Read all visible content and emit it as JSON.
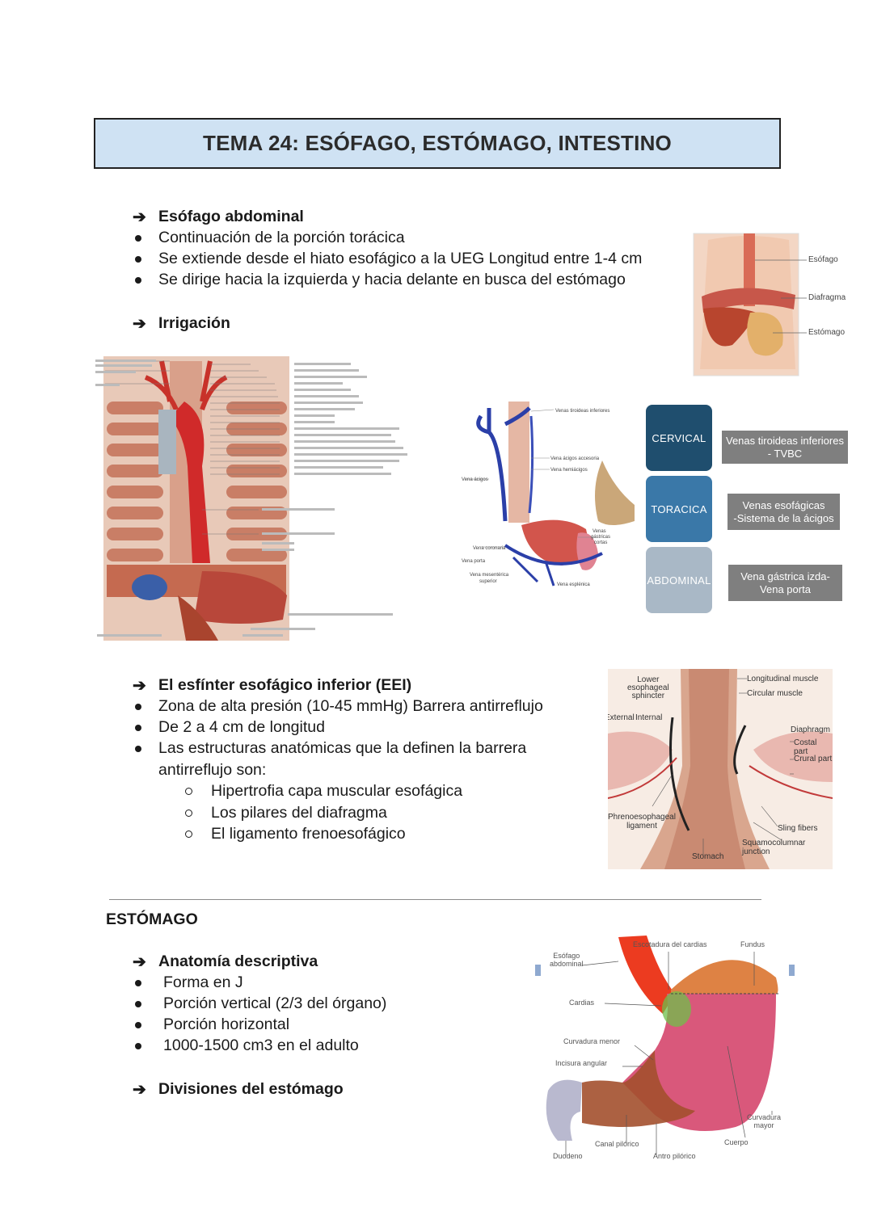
{
  "title": "TEMA 24: ESÓFAGO, ESTÓMAGO, INTESTINO",
  "esofago": {
    "heading": "Esófago abdominal",
    "bullets": [
      "Continuación de la porción torácica",
      "Se extiende desde el hiato esofágico a la UEG Longitud entre 1-4 cm",
      "Se dirige hacia la izquierda y hacia delante en busca del estómago"
    ],
    "fig_labels": [
      "Esófago",
      "Diafragma",
      "Estómago"
    ]
  },
  "irrigacion": {
    "heading": "Irrigación",
    "venous_levels": [
      {
        "level": "CERVICAL",
        "veins": "Venas tiroideas inferiores\n- TVBC",
        "color": "#1f4e6e"
      },
      {
        "level": "TORACICA",
        "veins": "Venas esofágicas\n-Sistema de la ácigos",
        "color": "#3a78a8"
      },
      {
        "level": "ABDOMINAL",
        "veins": "Vena gástrica izda-\nVena porta",
        "color": "#a9b8c6"
      }
    ]
  },
  "eei": {
    "heading": "El esfínter esofágico inferior (EEI)",
    "bullets": [
      "Zona de alta presión (10-45 mmHg) Barrera antirreflujo",
      "De 2 a 4 cm de longitud",
      "Las estructuras anatómicas que la definen la barrera",
      "antirreflujo son:"
    ],
    "sub_bullets": [
      "Hipertrofia capa muscular esofágica",
      "Los pilares del diafragma",
      "El ligamento frenoesofágico"
    ],
    "fig_labels": {
      "lower_sphincter": "Lower\nesophageal\nsphincter",
      "external": "External",
      "internal": "Internal",
      "longitudinal": "Longitudinal muscle",
      "circular": "Circular muscle",
      "diaphragm": "Diaphragm",
      "costal": "Costal part",
      "crural": "Crural part",
      "phreno": "Phrenoesophageal\nligament",
      "sling": "Sling fibers",
      "squamo": "Squamocolumnar junction",
      "stomach": "Stomach"
    }
  },
  "estomago": {
    "section_title": "ESTÓMAGO",
    "heading": "Anatomía descriptiva",
    "bullets": [
      "Forma en J",
      "Porción vertical (2/3 del órgano)",
      "Porción horizontal",
      "1000-1500 cm3 en el adulto"
    ],
    "heading2": "Divisiones del estómago",
    "fig_labels": {
      "esofago": "Esófago\nabdominal",
      "escotadura": "Escotadura del cardias",
      "fundus": "Fundus",
      "cardias": "Cardias",
      "curv_menor": "Curvadura menor",
      "incisura": "Incisura angular",
      "curv_mayor": "Curvadura\nmayor",
      "cuerpo": "Cuerpo",
      "duodeno": "Duodeno",
      "canal": "Canal pilórico",
      "antro": "Antro pilórico"
    }
  }
}
